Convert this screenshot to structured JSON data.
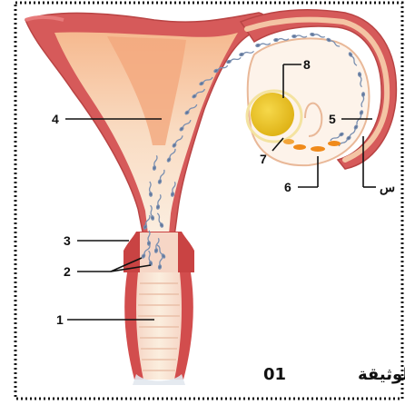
{
  "labels": {
    "l1": "1",
    "l2": "2",
    "l3": "3",
    "l4": "4",
    "l5": "5",
    "l6": "6",
    "l7": "7",
    "l8": "8",
    "ls": "س"
  },
  "caption": {
    "text": "الوثيقة",
    "number": "01"
  },
  "colors": {
    "border": "#111111",
    "tissue_outer": "#c94f4f",
    "tissue_inner": "#f2c9a6",
    "mucosa": "#e8a38a",
    "cavity": "#fbe7d3",
    "oocyte": "#e8c21a",
    "granular_cells": "#f08a1a"
  }
}
